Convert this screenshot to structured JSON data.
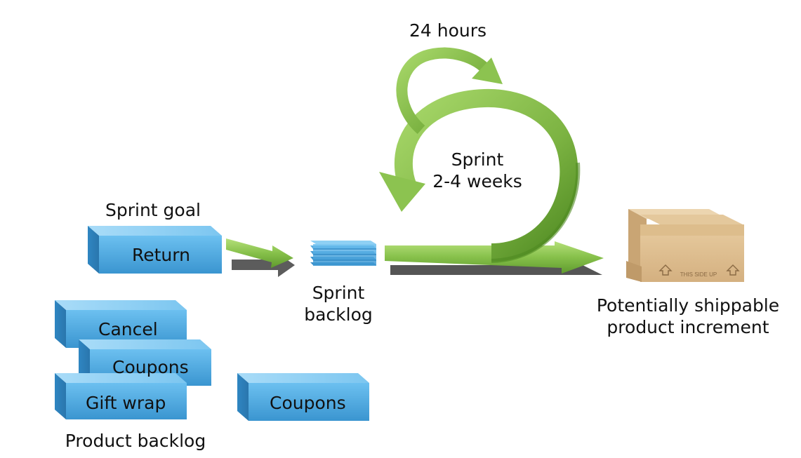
{
  "labels": {
    "daily": "24 hours",
    "sprint_line1": "Sprint",
    "sprint_line2": "2-4 weeks",
    "sprint_goal": "Sprint goal",
    "sprint_backlog_line1": "Sprint",
    "sprint_backlog_line2": "backlog",
    "increment_line1": "Potentially shippable",
    "increment_line2": "product increment",
    "product_backlog": "Product backlog",
    "box_stamp": "THIS SIDE UP"
  },
  "boxes": {
    "return": "Return",
    "cancel": "Cancel",
    "coupons_stacked": "Coupons",
    "gift_wrap": "Gift wrap",
    "coupons_loose": "Coupons"
  },
  "colors": {
    "box_front": "#4aa8e0",
    "box_top": "#8fd0f4",
    "arrow_green": "#7cb342",
    "arrow_light": "#a5d66a",
    "cardboard": "#d9b98a"
  }
}
